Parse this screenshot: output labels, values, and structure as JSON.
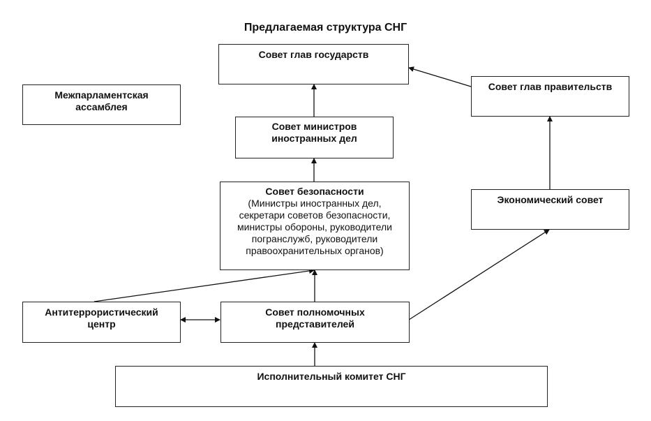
{
  "title": "Предлагаемая структура СНГ",
  "nodes": {
    "heads_of_state": {
      "label": "Совет глав государств"
    },
    "interparliamentary": {
      "label": "Межпарламентская ассамблея",
      "line1": "Межпарламентская",
      "line2": "ассамблея"
    },
    "heads_of_government": {
      "label": "Совет глав правительств"
    },
    "foreign_ministers": {
      "line1": "Совет министров",
      "line2": "иностранных дел"
    },
    "security_council": {
      "label": "Совет безопасности",
      "details": [
        "(Министры иностранных дел,",
        "секретари советов безопасности,",
        "министры обороны, руководители",
        "погранслужб, руководители",
        "правоохранительных органов)"
      ]
    },
    "economic_council": {
      "label": "Экономический совет"
    },
    "antiterror_center": {
      "line1": "Антитеррористический",
      "line2": "центр"
    },
    "plenipotentiaries": {
      "line1": "Совет полномочных",
      "line2": "представителей"
    },
    "executive_committee": {
      "label": "Исполнительный комитет СНГ"
    }
  },
  "edges": [
    {
      "from": "foreign_ministers",
      "to": "heads_of_state"
    },
    {
      "from": "heads_of_government",
      "to": "heads_of_state"
    },
    {
      "from": "security_council",
      "to": "foreign_ministers"
    },
    {
      "from": "economic_council",
      "to": "heads_of_government"
    },
    {
      "from": "plenipotentiaries",
      "to": "security_council"
    },
    {
      "from": "antiterror_center",
      "to": "security_council"
    },
    {
      "from": "plenipotentiaries",
      "to": "economic_council"
    },
    {
      "from": "antiterror_center",
      "to": "plenipotentiaries",
      "bidirectional": true
    },
    {
      "from": "executive_committee",
      "to": "plenipotentiaries"
    }
  ]
}
